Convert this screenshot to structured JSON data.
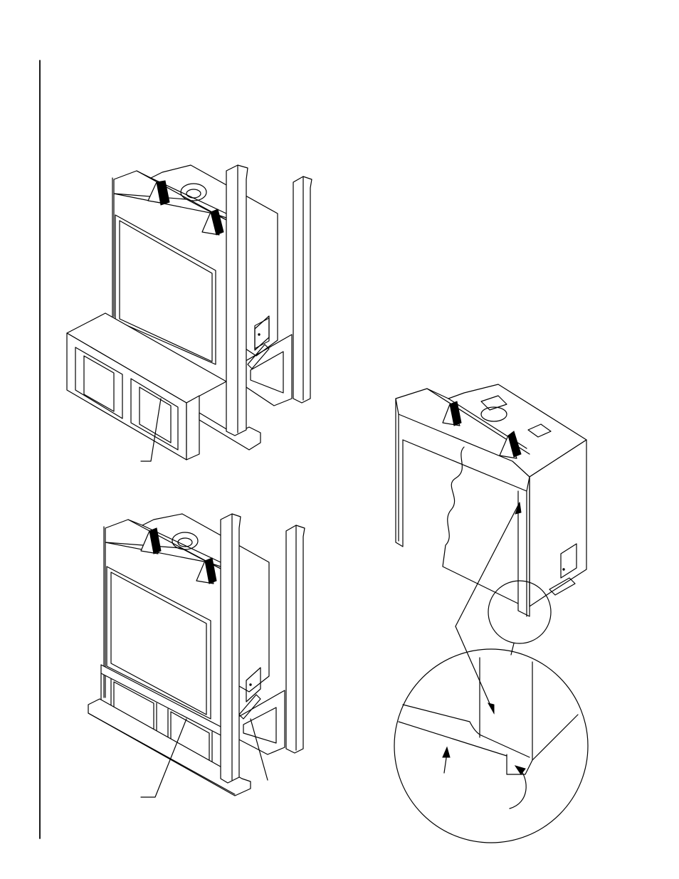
{
  "colors": {
    "line": "#000000",
    "fill": "#ffffff",
    "background": "#ffffff"
  },
  "figures": [
    {
      "name": "fireplace-on-raised-platform"
    },
    {
      "name": "fireplace-on-floor-platform"
    },
    {
      "name": "fireplace-unit-with-standoff-detail"
    }
  ]
}
